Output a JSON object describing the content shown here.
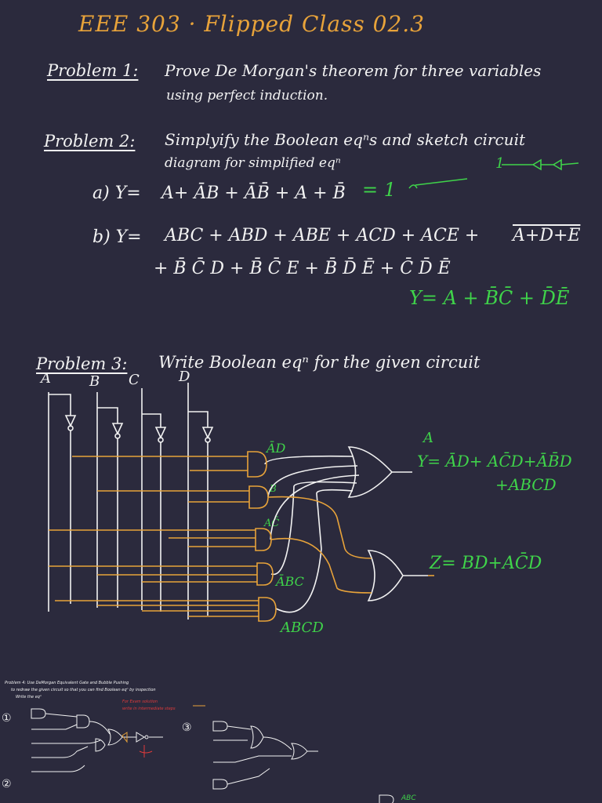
{
  "title": "EEE 303 · Flipped Class   02.3",
  "p1": {
    "label": "Problem 1:",
    "line1": "Prove   De Morgan's theorem   for three variables",
    "line2": "using perfect induction."
  },
  "p2": {
    "label": "Problem 2:",
    "line1": "Simplyify the  Boolean eqⁿs  and sketch circuit",
    "line2": "diagram for simplified eqⁿ",
    "a_prefix": "a)  Y=",
    "a_expr": "A+ ĀB + ĀB̄ + A + B̄",
    "a_ans": "= 1",
    "b_prefix": "b)  Y=",
    "b_line1": "ABC + ABD + ABE + ACD + ACE +",
    "b_ol": "A+D+E",
    "b_line2": "+ B̄ C̄ D + B̄ C̄ E  +  B̄ D̄ Ē + C̄ D̄ Ē",
    "b_ans": "Y= A + B̄C̄ + D̄Ē",
    "green_mark": "1"
  },
  "p3": {
    "label": "Problem 3:",
    "line1": "Write Boolean eqⁿ  for the given circuit",
    "inputs": [
      "A",
      "B",
      "C",
      "D"
    ],
    "gate_labels": [
      "ĀD",
      "B",
      "AC̄",
      "ĀBC",
      "ABCD"
    ],
    "y_top": "A",
    "y_eq": "Y= ĀD+ AC̄D+ĀB̄D",
    "y_eq2": "+ABCD",
    "z_eq": "Z= BD+AC̄D"
  },
  "thumb": {
    "text1": "Problem 4: Use DeMorgan Equivalent Gate and Bubble Pushing",
    "text2": "to redraw the given circuit so that you can find Boolean eqⁿ by inspection",
    "text3": "Write the eqⁿ",
    "red1": "For Exam solution",
    "red2": "write in intermediate steps",
    "nums": [
      "①",
      "②",
      "③"
    ],
    "abc": "ABC"
  }
}
